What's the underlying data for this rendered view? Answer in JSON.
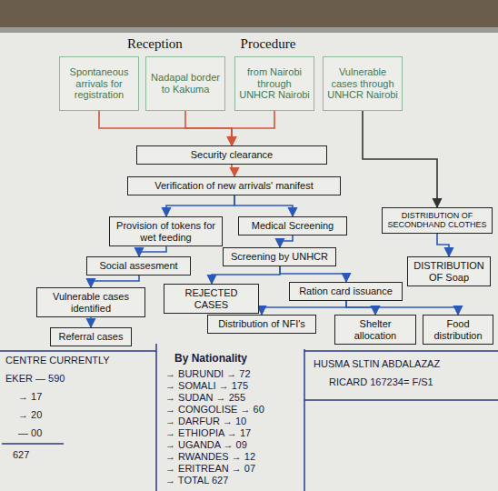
{
  "diagram": {
    "title": "Reception Procedure",
    "nodes": [
      {
        "text": [
          "Spontaneous arrivals for registration"
        ]
      },
      {
        "text": [
          "Nadapal border to Kakuma"
        ]
      },
      {
        "text": [
          "from Nairobi through UNHCR Nairobi"
        ]
      },
      {
        "text": [
          "Vulnerable cases through UNHCR Nairobi"
        ]
      },
      {
        "text": [
          "Security clearance"
        ]
      },
      {
        "text": [
          "Verification of new arrivals' manifest"
        ]
      },
      {
        "text": [
          "Provision of tokens for wet feeding"
        ]
      },
      {
        "text": [
          "Medical Screening"
        ]
      },
      {
        "text": [
          "DISTRIBUTION OF SECONDHAND CLOTHES"
        ]
      },
      {
        "text": [
          "DISTRIBUTION OF Soap"
        ]
      },
      {
        "text": [
          "Social assesment"
        ]
      },
      {
        "text": [
          "Screening by UNHCR"
        ]
      },
      {
        "text": [
          "REJECTED CASES"
        ]
      },
      {
        "text": [
          "Ration card issuance"
        ]
      },
      {
        "text": [
          "Vulnerable cases identified"
        ]
      },
      {
        "text": [
          "Referral cases"
        ]
      },
      {
        "text": [
          "Distribution of NFI's"
        ]
      },
      {
        "text": [
          "Shelter allocation"
        ]
      },
      {
        "text": [
          "Food distribution"
        ]
      }
    ],
    "edges": [
      {
        "from": 0,
        "to": 4,
        "arrow": "to"
      },
      {
        "from": 1,
        "to": 4,
        "arrow": "to"
      },
      {
        "from": 2,
        "to": 4,
        "arrow": "to"
      },
      {
        "from": 3,
        "to": 8,
        "arrow": "to"
      },
      {
        "from": 4,
        "to": 5,
        "arrow": "to"
      },
      {
        "from": 5,
        "to": 6,
        "arrow": "to"
      },
      {
        "from": 5,
        "to": 7,
        "arrow": "to"
      },
      {
        "from": 6,
        "to": 10,
        "arrow": "to"
      },
      {
        "from": 10,
        "to": 14,
        "arrow": "to"
      },
      {
        "from": 14,
        "to": 15,
        "arrow": "to"
      },
      {
        "from": 7,
        "to": 11,
        "arrow": "to"
      },
      {
        "from": 11,
        "to": 12,
        "arrow": "to"
      },
      {
        "from": 11,
        "to": 13,
        "arrow": "to"
      },
      {
        "from": 13,
        "to": 16,
        "arrow": "to"
      },
      {
        "from": 13,
        "to": 17,
        "arrow": "to"
      },
      {
        "from": 13,
        "to": 18,
        "arrow": "to"
      },
      {
        "from": 8,
        "to": 9,
        "arrow": "to"
      }
    ],
    "labels": [
      "CENTRE CURRENTLY",
      "EKER — 590",
      "→ 17",
      "→ 20",
      "— 00",
      "627",
      "By Nationality",
      "→ BURUNDI → 72",
      "→ SOMALI → 175",
      "→ SUDAN → 255",
      "→ CONGOLISE → 60",
      "→ DARFUR → 10",
      "→ ETHIOPIA → 17",
      "→ UGANDA → 09",
      "→ RWANDES → 12",
      "→ ERITREAN → 07",
      "→ TOTAL 627",
      "HUSMA SLTIN ABDALAZAZ",
      "RICARD 167234= F/S1"
    ]
  }
}
